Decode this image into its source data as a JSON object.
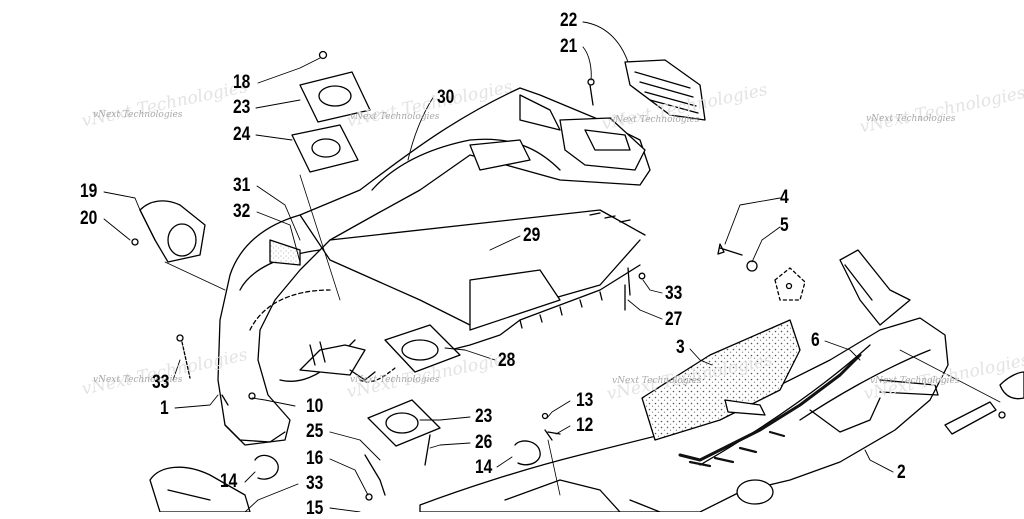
{
  "diagram": {
    "callouts": [
      "22",
      "21",
      "18",
      "23",
      "30",
      "24",
      "19",
      "20",
      "31",
      "32",
      "29",
      "4",
      "5",
      "33",
      "27",
      "3",
      "6",
      "28",
      "33",
      "1",
      "10",
      "13",
      "12",
      "23",
      "25",
      "26",
      "16",
      "14",
      "14",
      "33",
      "15",
      "2"
    ],
    "watermark": "vNext Technologies",
    "colors": {
      "line": "#000000",
      "panel": "#ffffff",
      "texture": "#dcdcdc",
      "stripe": "#111111"
    }
  }
}
